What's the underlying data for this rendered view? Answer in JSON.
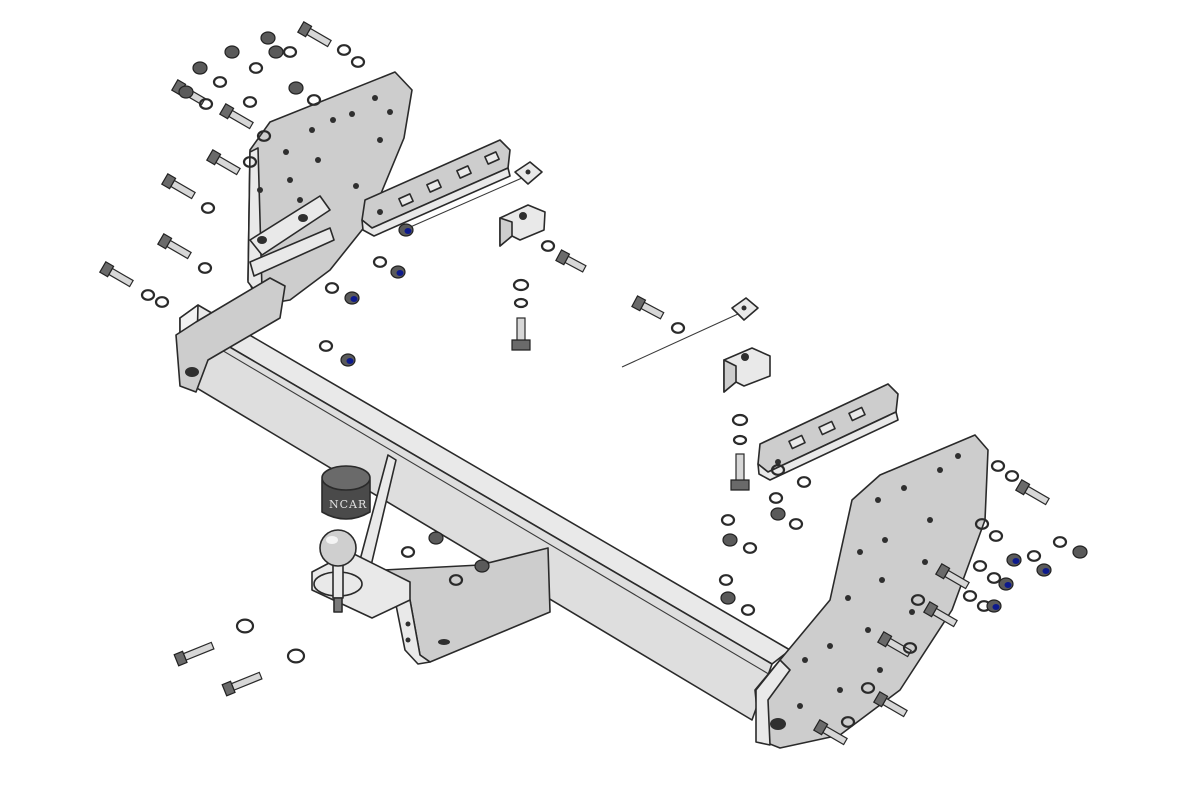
{
  "diagram": {
    "cover_text": "NCAR",
    "colors": {
      "outline": "#2a2a2a",
      "plate": "#cdcdcd",
      "face": "#e9e9e9",
      "nylon_insert": "#0d1a8c",
      "background": "#ffffff"
    },
    "parts": [
      "tow-bar-crossbeam",
      "left-bracket-plate",
      "right-bracket-plate",
      "tow-ball",
      "ball-cover",
      "mounting-bolts",
      "washers",
      "nuts",
      "strap-brackets"
    ]
  }
}
